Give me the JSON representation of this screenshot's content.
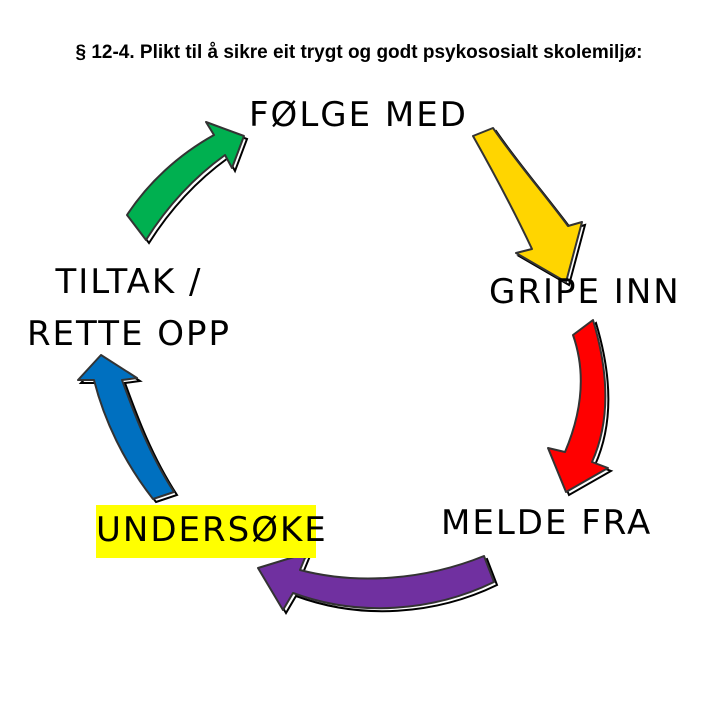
{
  "title": "§ 12-4. Plikt til å sikre eit trygt og godt psykososialt skolemiljø:",
  "steps": {
    "folge_med": "FØLGE MED",
    "gripe_inn": "GRIPE INN",
    "melde_fra": "MELDE FRA",
    "undersoke": "UNDERSØKE",
    "tiltak_line1": "TILTAK /",
    "tiltak_line2": "RETTE OPP"
  },
  "colors": {
    "arrow_folge_to_gripe": "#FFD500",
    "arrow_gripe_to_melde": "#FF0000",
    "arrow_melde_to_under": "#7030A0",
    "arrow_under_to_tiltak": "#0070C0",
    "arrow_tiltak_to_folge": "#00B050",
    "highlight": "#FFFF00"
  }
}
